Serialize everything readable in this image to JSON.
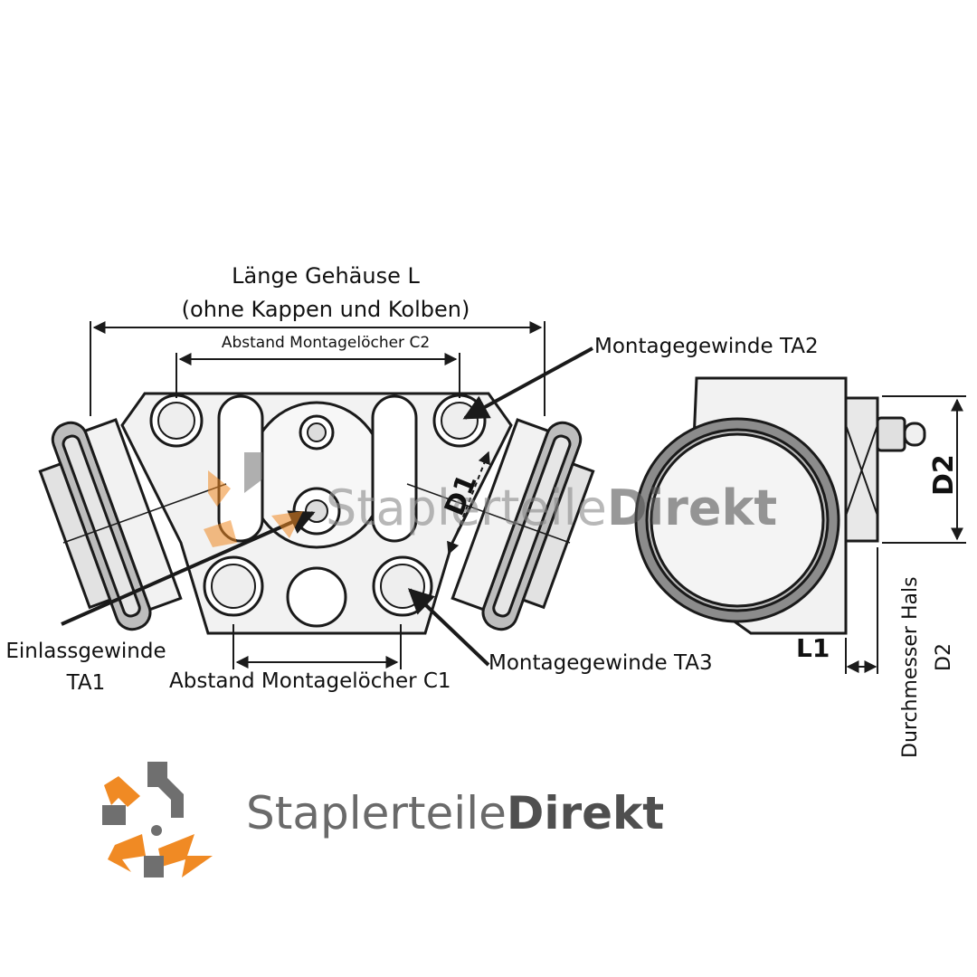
{
  "labels": {
    "length_line1": "Länge Gehäuse L",
    "length_line2": "(ohne Kappen und Kolben)",
    "c2": "Abstand Montagelöcher C2",
    "ta2": "Montagegewinde TA2",
    "ta1_line1": "Einlassgewinde",
    "ta1_line2": "TA1",
    "c1": "Abstand Montagelöcher C1",
    "ta3": "Montagegewinde TA3",
    "d1": "D1",
    "d2": "D2",
    "l1": "L1",
    "neck_line1": "Durchmesser Hals",
    "neck_line2": "D2"
  },
  "watermark": {
    "light": "Stapler",
    "mid": "teile",
    "bold": "Direkt"
  },
  "brand": {
    "light": "Staplerteile",
    "bold": "Direkt"
  },
  "colors": {
    "orange": "#f08a24",
    "gray": "#6f6f6f",
    "line": "#1a1a1a",
    "fill": "#f2f2f2"
  }
}
